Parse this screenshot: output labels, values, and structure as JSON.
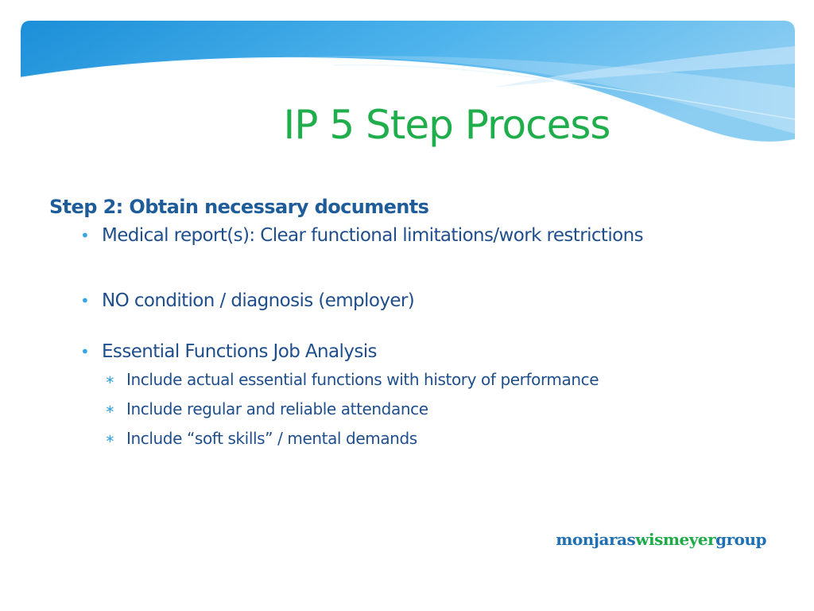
{
  "slide": {
    "title": "IP 5 Step Process",
    "heading": "Step 2: Obtain necessary documents",
    "bullets": [
      {
        "text": "Medical report(s): Clear functional limitations/work restrictions"
      },
      {
        "text": "NO condition / diagnosis (employer)"
      },
      {
        "text": "Essential Functions Job Analysis",
        "sub": [
          "Include actual essential functions with history of performance",
          "Include regular and reliable attendance",
          "Include “soft skills” / mental demands"
        ]
      }
    ],
    "bullet_glyph": "•",
    "sub_bullet_glyph": "∗"
  },
  "logo": {
    "part1": "monjaras",
    "part2": "wismeyer",
    "part3": "group",
    "color_blue": "#1f6fb4",
    "color_green": "#1faa4a"
  },
  "colors": {
    "title": "#1fae4b",
    "heading": "#1f5d9a",
    "body_text": "#1f4e8c",
    "bullet": "#3aa7e0",
    "banner_dark": "#1b8fd8",
    "banner_light": "#8ccdf2"
  }
}
